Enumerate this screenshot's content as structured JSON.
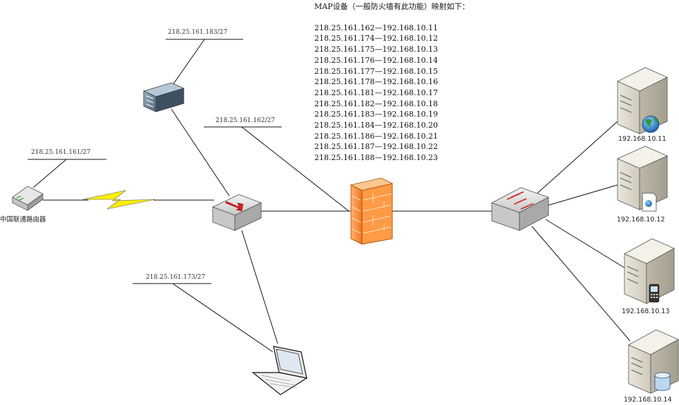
{
  "router": {
    "caption": "中国联通路由器",
    "ip_label": "218.25.161.161/27"
  },
  "server_top": {
    "ip_label": "218.25.161.183/27"
  },
  "main_router": {
    "ip_label": "218.25.161.162/27"
  },
  "laptop": {
    "ip_label": "218.25.161.173/27"
  },
  "note": {
    "title": "MAP设备（一般防火墙有此功能）映射如下：",
    "mappings": [
      "218.25.161.162—192.168.10.11",
      "218.25.161.174—192.168.10.12",
      "218.25.161.175—192.168.10.13",
      "218.25.161.176—192.168.10.14",
      "218.25.161.177—192.168.10.15",
      "218.25.161.178—192.168.10.16",
      "218.25.161.181—192.168.10.17",
      "218.25.161.182—192.168.10.18",
      "218.25.161.183—192.168.10.19",
      "218.25.161.184—192.168.10.20",
      "218.25.161.186—192.168.10.21",
      "218.25.161.187—192.168.10.22",
      "218.25.161.188—192.168.10.23"
    ]
  },
  "servers": [
    {
      "label": "192.168.10.11",
      "icon": "globe-icon"
    },
    {
      "label": "192.168.10.12",
      "icon": "document-icon"
    },
    {
      "label": "192.168.10.13",
      "icon": "phone-icon"
    },
    {
      "label": "192.168.10.14",
      "icon": "database-icon"
    }
  ]
}
